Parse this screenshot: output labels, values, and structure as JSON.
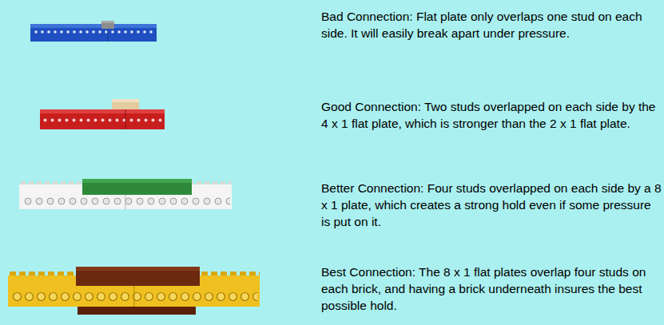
{
  "diagram": {
    "labels": [
      "Bad Connection: Flat plate only overlaps one stud on each side. It will easily break apart under pressure.",
      "Good Connection: Two studs overlapped on each side by the 4 x 1 flat plate, which is stronger than the 2 x 1 flat plate.",
      "Better Connection: Four studs overlapped on each side by a 8 x 1 plate, which creates a strong hold even if some pressure is put on it.",
      "Best Connection: The 8 x 1 flat plates overlap four studs on each brick, and having a brick underneath insures the best possible hold."
    ]
  }
}
